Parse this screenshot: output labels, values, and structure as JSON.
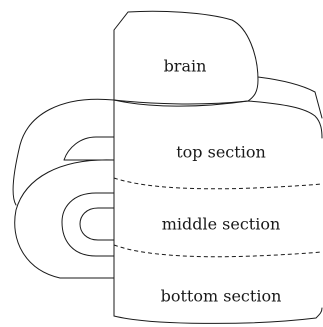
{
  "labels": {
    "brain": "brain",
    "top": "top section",
    "middle": "middle section",
    "bottom": "bottom section"
  },
  "stroke_color": "#1a1a1a"
}
